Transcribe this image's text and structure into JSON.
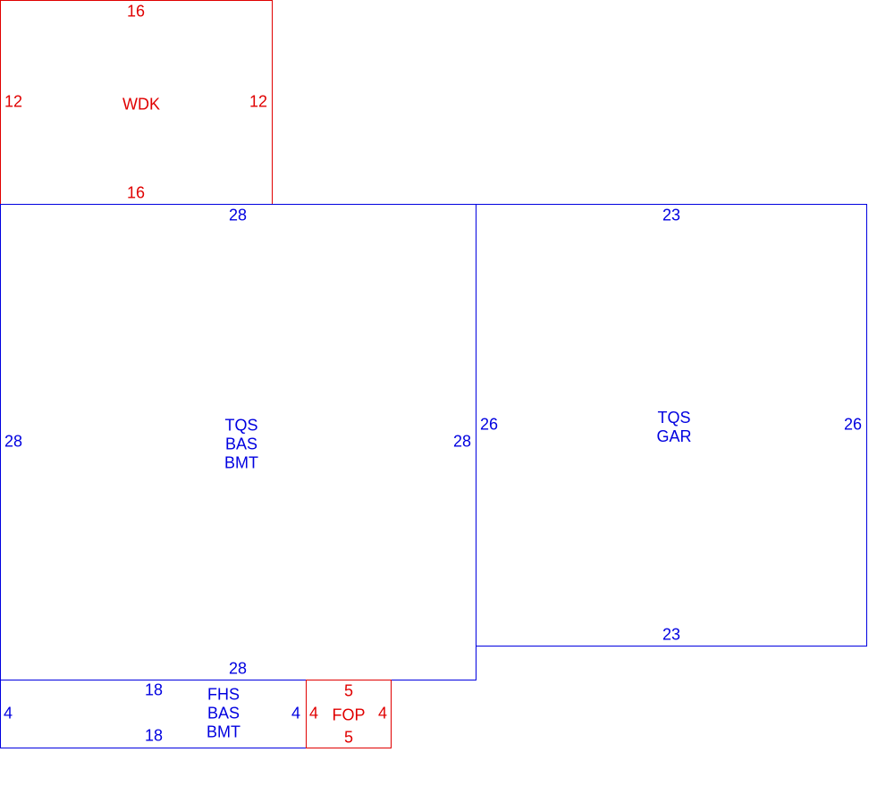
{
  "colors": {
    "red": "#e00000",
    "blue": "#0000e0"
  },
  "areas": {
    "wdk": {
      "labels": [
        "WDK"
      ],
      "top": "16",
      "bottom": "16",
      "left": "12",
      "right": "12"
    },
    "main": {
      "labels": [
        "TQS",
        "BAS",
        "BMT"
      ],
      "top": "28",
      "bottom": "28",
      "left": "28",
      "right": "28"
    },
    "gar": {
      "labels": [
        "TQS",
        "GAR"
      ],
      "top": "23",
      "bottom": "23",
      "left": "26",
      "right": "26"
    },
    "fhs": {
      "labels": [
        "FHS",
        "BAS",
        "BMT"
      ],
      "top": "18",
      "bottom": "18",
      "left": "4",
      "right": "4"
    },
    "fop": {
      "labels": [
        "FOP"
      ],
      "top": "5",
      "bottom": "5",
      "left": "4",
      "right": "4"
    }
  }
}
